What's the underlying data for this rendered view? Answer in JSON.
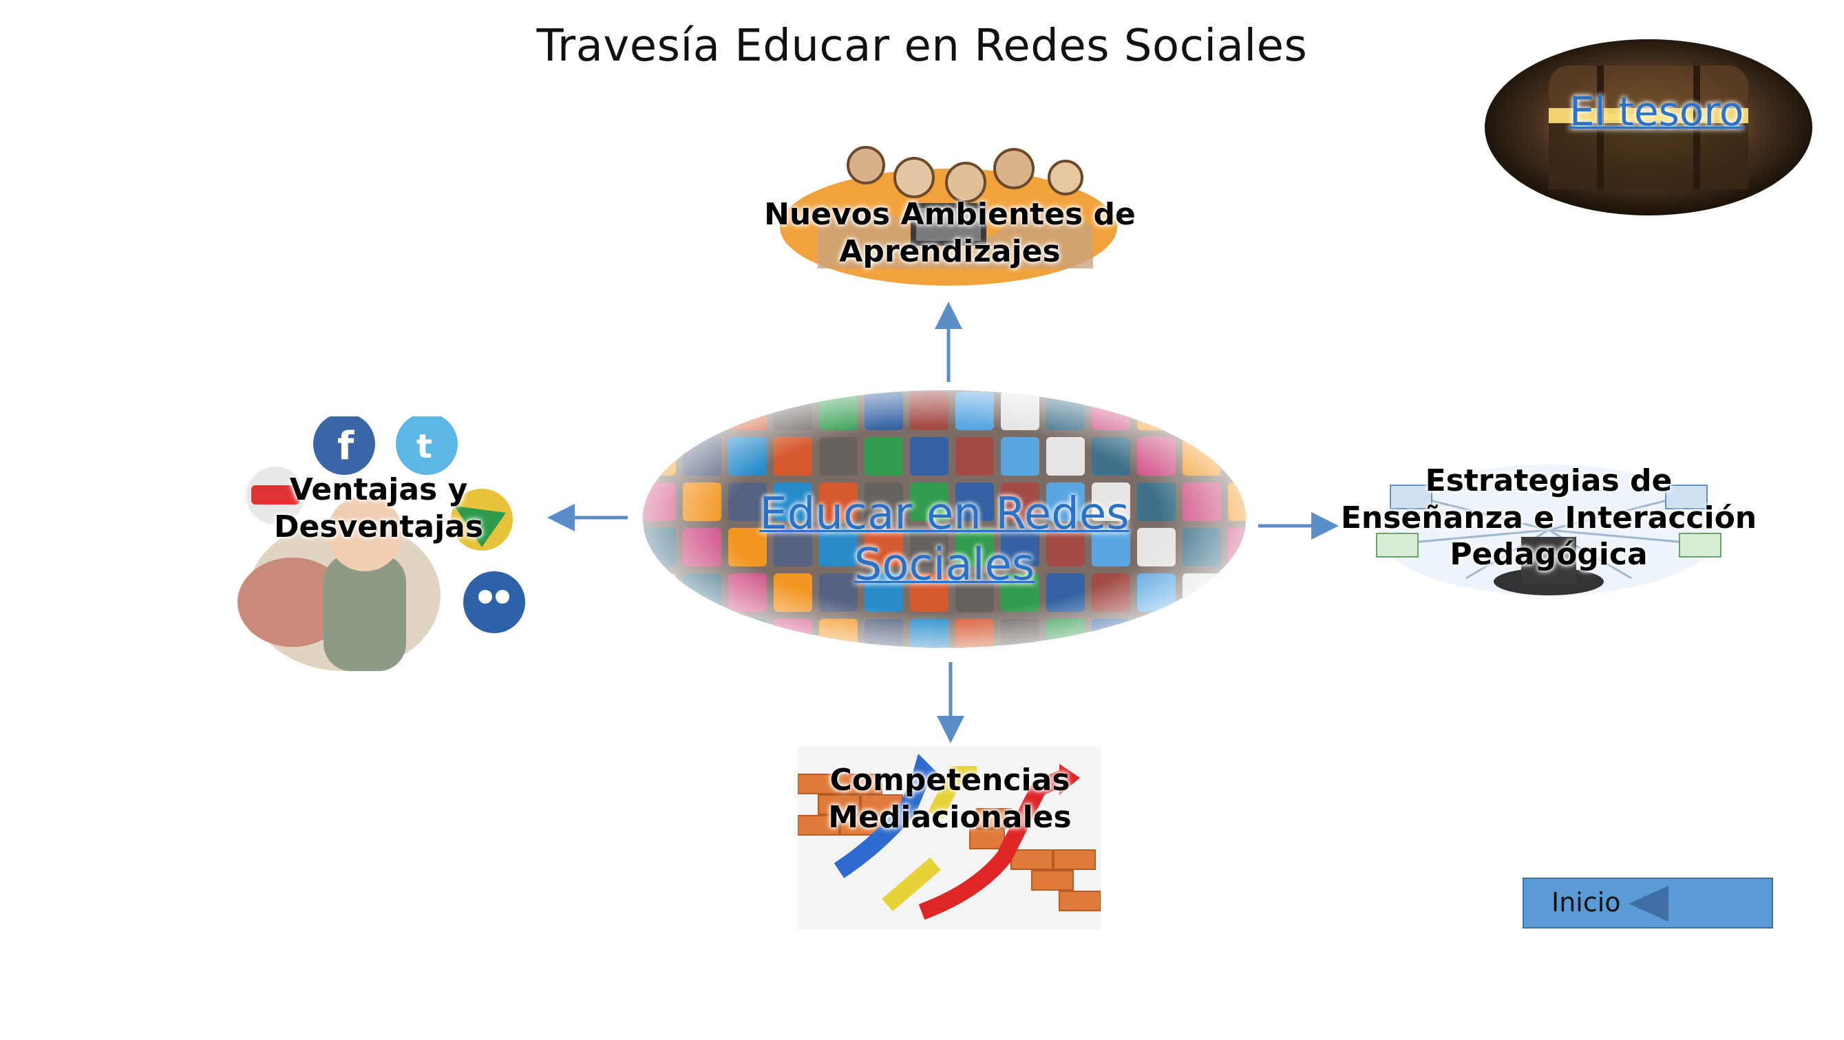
{
  "title": "Travesía Educar en Redes Sociales",
  "center": {
    "label": "Educar en Redes Sociales"
  },
  "top": {
    "line1": "Nuevos Ambientes de",
    "line2": "Aprendizajes"
  },
  "left": {
    "line1": "Ventajas y",
    "line2": "Desventajas"
  },
  "right": {
    "line1": "Estrategias de",
    "line2": "Enseñanza e Interacción",
    "line3": "Pedagógica"
  },
  "bottom": {
    "line1": "Competencias",
    "line2": "Mediacionales"
  },
  "treasure": {
    "label": "El tesoro"
  },
  "inicio": {
    "label": "Inicio"
  },
  "colors": {
    "link": "#2a72c8",
    "arrow": "#5b8ec8",
    "button": "#5b9bd5",
    "button_arrow": "#3f6ea5"
  }
}
